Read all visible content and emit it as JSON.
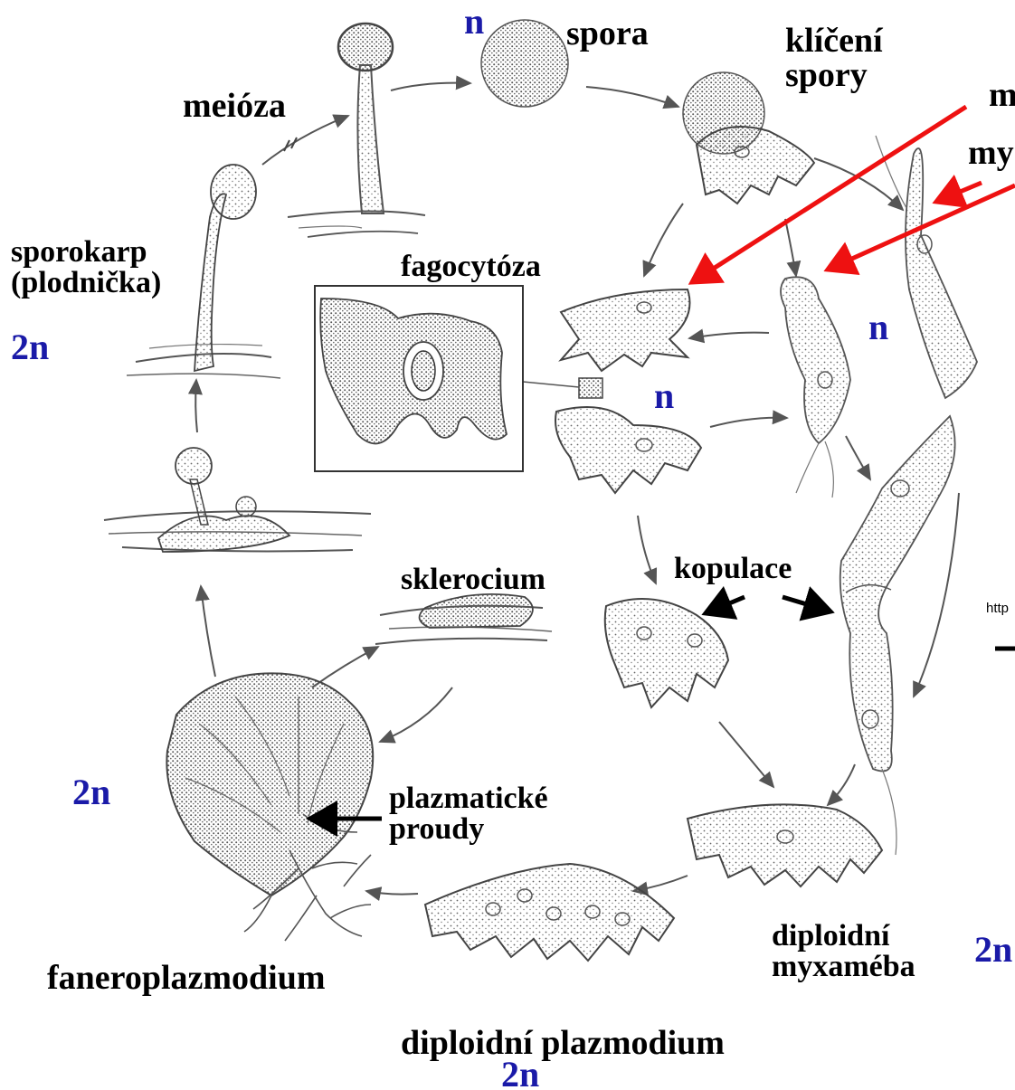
{
  "labels": {
    "spora": "spora",
    "kliceni": "klíčení\nspory",
    "meioza": "meióza",
    "sporokarp": "sporokarp\n(plodnička)",
    "fagocytoza": "fagocytóza",
    "kopulace": "kopulace",
    "sklerocium": "sklerocium",
    "plazmaticke": "plazmatické\nproudy",
    "faneroplazmodium": "faneroplazmodium",
    "diploidni_myxameba": "diploidní\nmyxaméba",
    "diploidni_plazmodium": "diploidní plazmodium",
    "cut_top_1": "m",
    "cut_top_2": "my",
    "cut_http": "http"
  },
  "ploidy": {
    "spora": "n",
    "sporokarp": "2n",
    "amoeba": "n",
    "swarmer": "n",
    "faneroplazmodium": "2n",
    "plazmodium": "2n",
    "myxameba": "2n"
  },
  "colors": {
    "ploidy": "#1a1aa8",
    "red_arrow": "#ee1111",
    "drawing": "#555555"
  }
}
